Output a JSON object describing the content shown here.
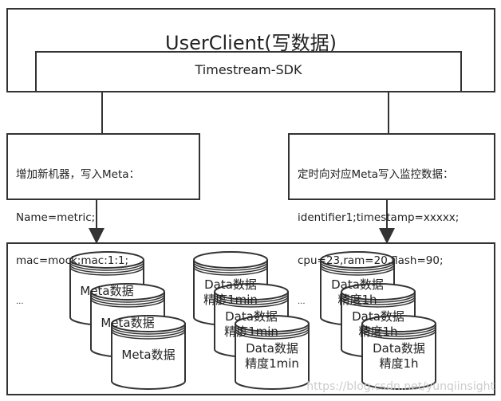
{
  "client": {
    "title": "UserClient(写数据)",
    "sdk": "Timestream-SDK"
  },
  "left_note": {
    "lines": [
      "增加新机器，写入Meta：",
      "Name=metric;",
      "mac=mock:mac:1:1;",
      "..."
    ]
  },
  "right_note": {
    "lines": [
      "定时向对应Meta写入监控数据：",
      "identifier1;timestamp=xxxxx;",
      "cpu=23,ram=20,flash=90;",
      "..."
    ]
  },
  "storage": {
    "groups": [
      {
        "name": "meta",
        "labels": [
          [
            "Meta数据"
          ],
          [
            "Meta数据"
          ],
          [
            "Meta数据"
          ]
        ]
      },
      {
        "name": "data-1min",
        "labels": [
          [
            "Data数据",
            "精度1min"
          ],
          [
            "Data数据",
            "精度1min"
          ],
          [
            "Data数据",
            "精度1min"
          ]
        ]
      },
      {
        "name": "data-1h",
        "labels": [
          [
            "Data数据",
            "精度1h"
          ],
          [
            "Data数据",
            "精度1h"
          ],
          [
            "Data数据",
            "精度1h"
          ]
        ]
      }
    ]
  },
  "watermark": "https://blog.csdn.net/yunqiinsight",
  "colors": {
    "stroke": "#333333",
    "fill": "#ffffff"
  }
}
